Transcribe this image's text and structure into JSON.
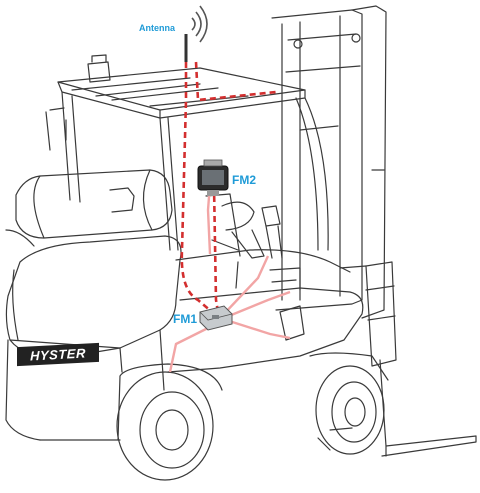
{
  "labels": {
    "antenna": "Antenna",
    "fm2": "FM2",
    "fm1": "FM1",
    "brand": "HYSTER"
  },
  "colors": {
    "callout": "#1f9bd7",
    "antenna_cable": "#d32f2f",
    "harness": "#f2a5a5",
    "outline": "#3a3a3a"
  }
}
